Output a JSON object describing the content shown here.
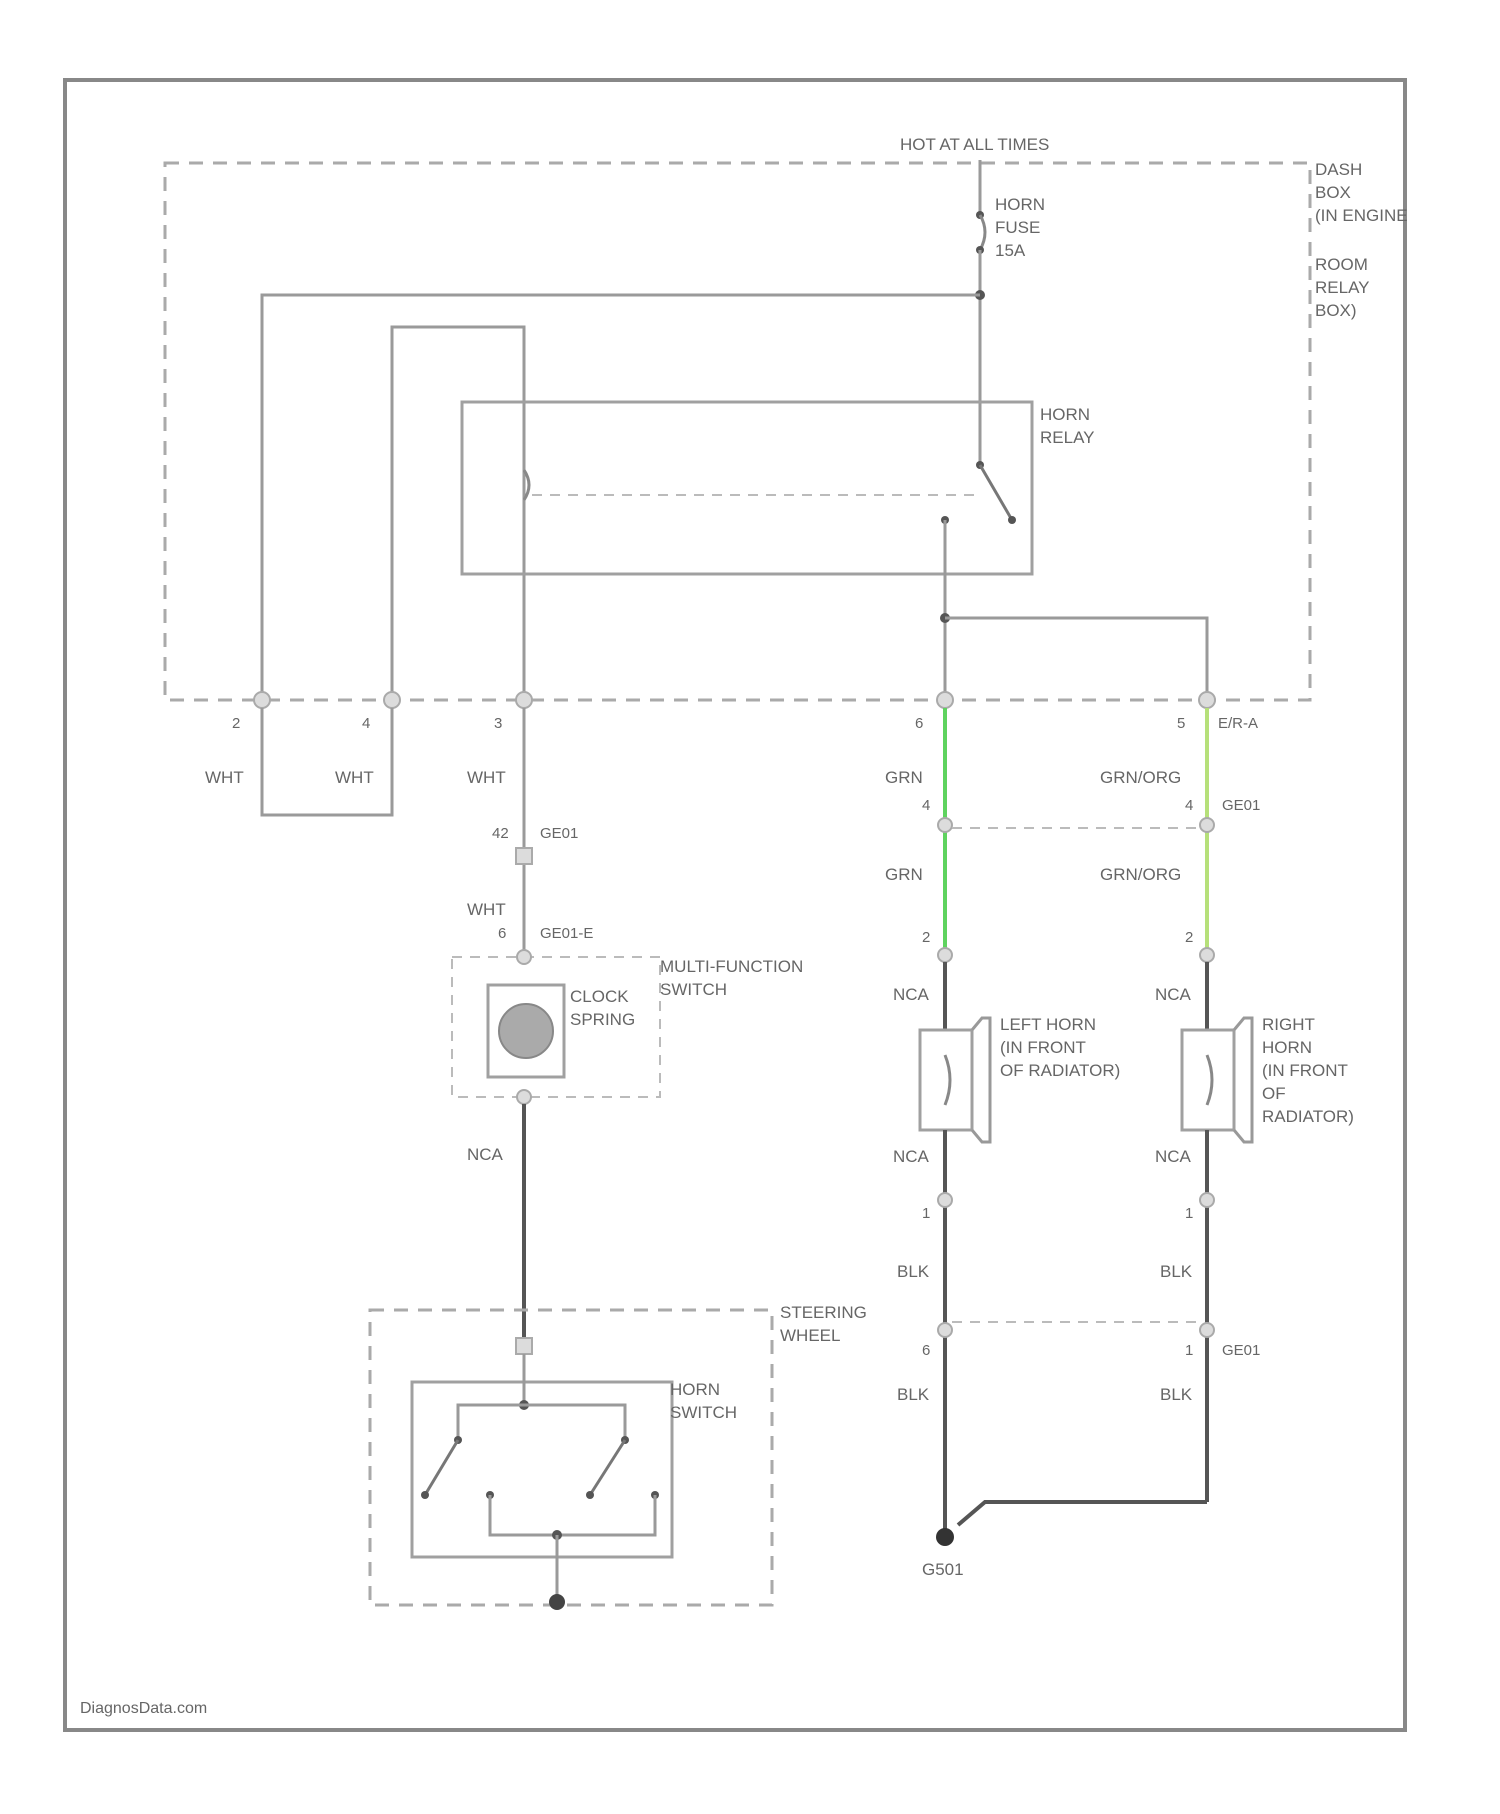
{
  "labels": {
    "hot_at_all_times": "HOT AT ALL TIMES",
    "box_1": "DASH",
    "box_2": "BOX",
    "box_3": "(IN ENGINE",
    "room_1": "ROOM",
    "room_2": "RELAY",
    "room_3": "BOX)",
    "fuse_1": "HORN",
    "fuse_2": "FUSE",
    "fuse_3": "15A",
    "relay_1": "HORN",
    "relay_2": "RELAY",
    "multi_1": "MULTI-FUNCTION",
    "multi_2": "SWITCH",
    "clock_1": "CLOCK",
    "clock_2": "SPRING",
    "steer_1": "STEERING",
    "steer_2": "WHEEL",
    "hsw_1": "HORN",
    "hsw_2": "SWITCH",
    "lhorn_1": "LEFT HORN",
    "lhorn_2": "(IN FRONT",
    "lhorn_3": "OF RADIATOR)",
    "rhorn_1": "RIGHT",
    "rhorn_2": "HORN",
    "rhorn_3": "(IN FRONT",
    "rhorn_4": "OF",
    "rhorn_5": "RADIATOR)",
    "ground": "G501",
    "footer": "DiagnosData.com"
  },
  "wires": {
    "w1": "WHT",
    "w2": "WHT",
    "w3": "WHT",
    "w4": "WHT",
    "nca_clock": "NCA",
    "grn_a": "GRN",
    "grn_b": "GRN",
    "grnorg_a": "GRN/ORG",
    "grnorg_b": "GRN/ORG",
    "nca_l1": "NCA",
    "nca_l2": "NCA",
    "nca_r1": "NCA",
    "nca_r2": "NCA",
    "blk_l1": "BLK",
    "blk_l2": "BLK",
    "blk_r1": "BLK",
    "blk_r2": "BLK"
  },
  "pins": {
    "p_box_1": "2",
    "p_box_2": "4",
    "p_box_3": "3",
    "p_box_4": "6",
    "p_box_5": "5",
    "conn_box": "E/R-A",
    "p_c401": "42",
    "conn_c401": "GE01",
    "p_mfs": "6",
    "conn_mfs": "GE01-E",
    "p_grn_mid": "4",
    "p_go_mid": "4",
    "conn_mid": "GE01",
    "p_lh_top": "2",
    "p_rh_top": "2",
    "p_lh_bot": "1",
    "p_rh_bot": "1",
    "p_gnd_l": "6",
    "p_gnd_r": "1",
    "conn_gnd": "GE01"
  }
}
